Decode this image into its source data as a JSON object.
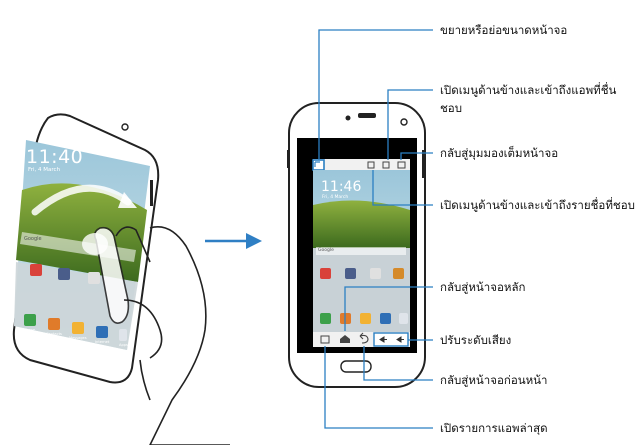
{
  "callouts": {
    "zoom": "ขยายหรือย่อขนาดหน้าจอ",
    "side_apps_1": "เปิดเมนูด้านข้างและเข้าถึงแอพที่ชื่น",
    "side_apps_2": "ชอบ",
    "full_view": "กลับสู่มุมมองเต็มหน้าจอ",
    "side_contacts": "เปิดเมนูด้านข้างและเข้าถึงรายชื่อที่ชอบ",
    "home": "กลับสู่หน้าจอหลัก",
    "volume": "ปรับระดับเสียง",
    "back": "กลับสู่หน้าจอก่อนหน้า",
    "recent": "เปิดรายการแอพล่าสุด"
  },
  "left_phone": {
    "time": "11:40",
    "date": "Fri, 4 March",
    "search": "Google",
    "apps": [
      "Phone",
      "Contacts",
      "Messages",
      "Internet",
      "Apps"
    ]
  },
  "right_phone": {
    "time": "11:46",
    "date": "Fri, 4 March",
    "search": "Google"
  },
  "colors": {
    "accent": "#2b7fc2",
    "arrow": "#2f7fc4"
  }
}
